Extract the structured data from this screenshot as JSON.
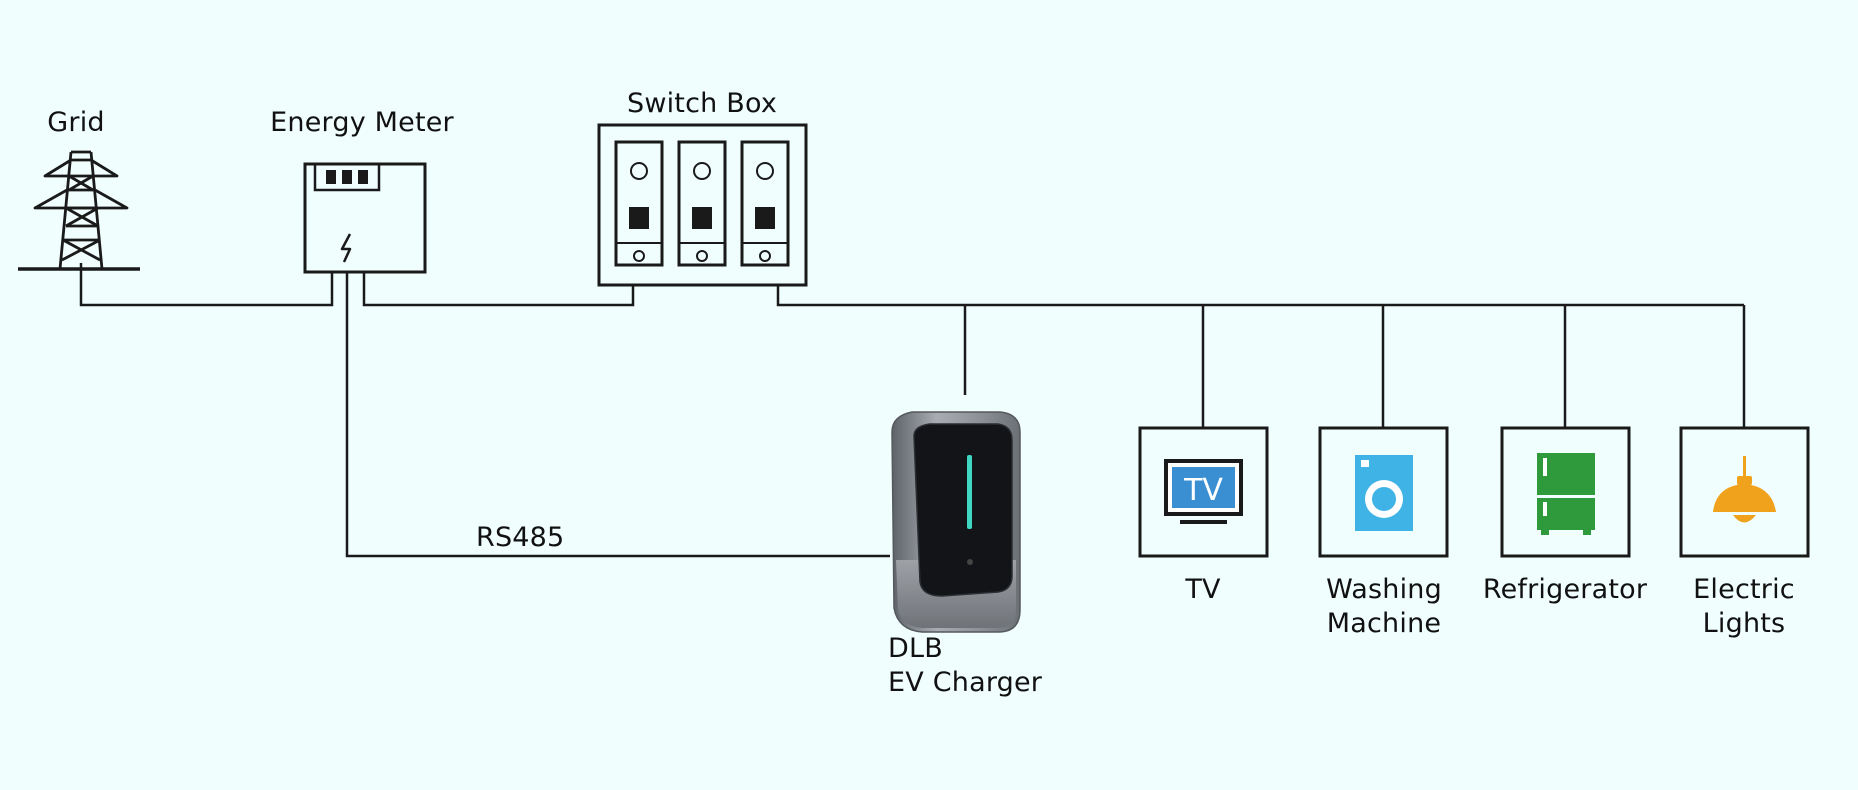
{
  "labels": {
    "grid": "Grid",
    "energy_meter": "Energy Meter",
    "switch_box": "Switch Box",
    "rs485": "RS485",
    "charger_line1": "DLB",
    "charger_line2": "EV Charger",
    "tv": "TV",
    "washing_line1": "Washing",
    "washing_line2": "Machine",
    "refrigerator": "Refrigerator",
    "lights_line1": "Electric",
    "lights_line2": "Lights"
  },
  "tv_screen_text": "TV",
  "colors": {
    "background": "#f0fefe",
    "line": "#1a1a1a",
    "tv_screen": "#3a8fd3",
    "washer": "#3fb3e6",
    "fridge": "#2f9a3c",
    "lamp": "#f0a21c",
    "charger_body": "#8c9096",
    "charger_face": "#121417",
    "charger_led": "#3fd6c4"
  },
  "icons": [
    "transmission-tower-icon",
    "energy-meter-icon",
    "switch-box-icon",
    "ev-charger-icon",
    "tv-icon",
    "washing-machine-icon",
    "refrigerator-icon",
    "lamp-icon"
  ]
}
